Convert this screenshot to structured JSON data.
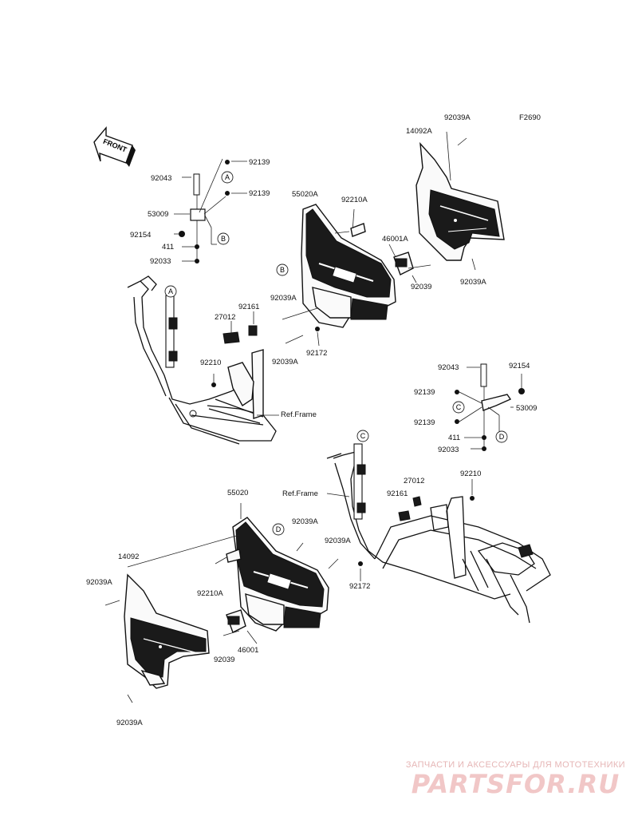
{
  "diagram_code": "F2690",
  "front_label": "FRONT",
  "ref_frame": "Ref.Frame",
  "callouts": {
    "a": "A",
    "b": "B",
    "c": "C",
    "d": "D"
  },
  "parts": {
    "p92039A": "92039A",
    "p14092A": "14092A",
    "p92139": "92139",
    "p92043": "92043",
    "p53009": "53009",
    "p92154": "92154",
    "p411": "411",
    "p92033": "92033",
    "p55020A": "55020A",
    "p92210A": "92210A",
    "p46001A": "46001A",
    "p92039": "92039",
    "p92161": "92161",
    "p27012": "27012",
    "p92210": "92210",
    "p92172": "92172",
    "p55020": "55020",
    "p14092": "14092",
    "p46001": "46001"
  },
  "watermark": {
    "subtitle": "ЗАПЧАСТИ И АКСЕССУАРЫ ДЛЯ МОТОТЕХНИКИ",
    "brand": "PARTSFOR.RU"
  }
}
